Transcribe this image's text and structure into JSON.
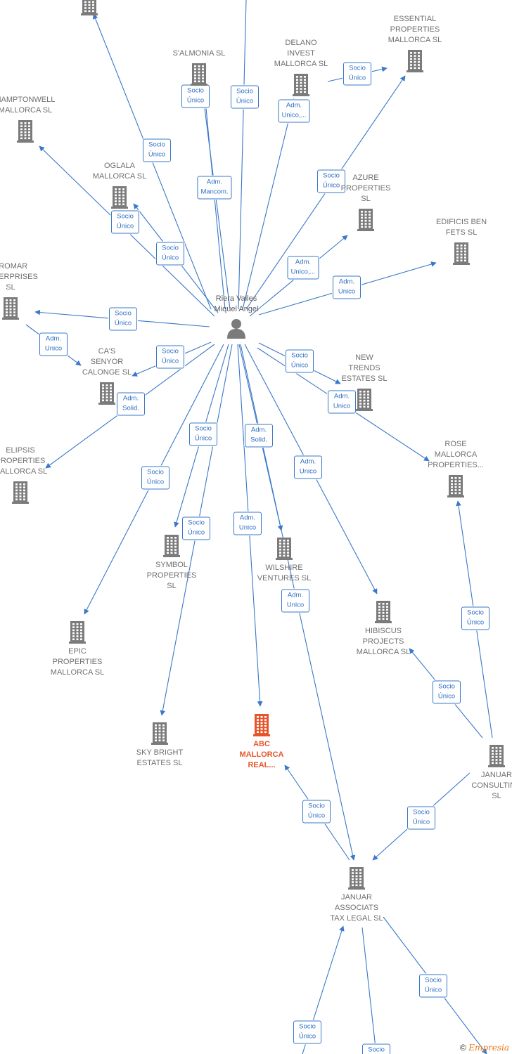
{
  "nodes": [
    {
      "id": "top",
      "name": "",
      "type": "company"
    },
    {
      "id": "salmonia",
      "name": "S'ALMONIA SL",
      "type": "company"
    },
    {
      "id": "delano",
      "name": "DELANO\nINVEST\nMALLORCA  SL",
      "type": "company"
    },
    {
      "id": "essential",
      "name": "ESSENTIAL\nPROPERTIES\nMALLORCA  SL",
      "type": "company"
    },
    {
      "id": "hamptonwell",
      "name": "HAMPTONWELL\nMALLORCA  SL",
      "type": "company"
    },
    {
      "id": "oglala",
      "name": "OGLALA\nMALLORCA  SL",
      "type": "company"
    },
    {
      "id": "azure",
      "name": "AZURE\nPROPERTIES\nSL",
      "type": "company"
    },
    {
      "id": "edificis",
      "name": "EDIFICIS BEN\nFETS SL",
      "type": "company"
    },
    {
      "id": "promar",
      "name": "PROMAR\nENTERPRISES\nSL",
      "type": "company"
    },
    {
      "id": "person",
      "name": "Riera Valles\nMiquel Angel",
      "type": "person"
    },
    {
      "id": "casenyor",
      "name": "CA'S\nSENYOR\nCALONGE  SL",
      "type": "company"
    },
    {
      "id": "newtrends",
      "name": "NEW\nTRENDS\nESTATES  SL",
      "type": "company"
    },
    {
      "id": "elipsis",
      "name": "ELIPSIS\nPROPERTIES\nMALLORCA  SL",
      "type": "company"
    },
    {
      "id": "rose",
      "name": "ROSE\nMALLORCA\nPROPERTIES...",
      "type": "company"
    },
    {
      "id": "symbol",
      "name": "SYMBOL\nPROPERTIES\nSL",
      "type": "company"
    },
    {
      "id": "wilshire",
      "name": "WILSHIRE\nVENTURES  SL",
      "type": "company"
    },
    {
      "id": "hibiscus",
      "name": "HIBISCUS\nPROJECTS\nMALLORCA  SL",
      "type": "company"
    },
    {
      "id": "epic",
      "name": "EPIC\nPROPERTIES\nMALLORCA  SL",
      "type": "company"
    },
    {
      "id": "skybright",
      "name": "SKY BRIGHT\nESTATES  SL",
      "type": "company"
    },
    {
      "id": "abc",
      "name": "ABC\nMALLORCA\nREAL...",
      "type": "focus"
    },
    {
      "id": "januarconsulting",
      "name": "JANUAR\nCONSULTING\nSL",
      "type": "company"
    },
    {
      "id": "januarassociats",
      "name": "JANUAR\nASSOCIATS\nTAX LEGAL  SL",
      "type": "company"
    }
  ],
  "edges": [
    {
      "from": "person",
      "to": "top",
      "label": "Socio\nÚnico"
    },
    {
      "from": "person",
      "to": "salmonia",
      "label": "Socio\nÚnico"
    },
    {
      "from": "person",
      "to": "salmonia",
      "label": "Adm.\nMancom."
    },
    {
      "from": "person",
      "to": "delano",
      "label": "Socio\nÚnico"
    },
    {
      "from": "person",
      "to": "delano",
      "label": "Adm.\nUnico,..."
    },
    {
      "from": "delano",
      "to": "essential",
      "label": "Socio\nÚnico"
    },
    {
      "from": "person",
      "to": "essential",
      "label": "Socio\nÚnico"
    },
    {
      "from": "person",
      "to": "hamptonwell",
      "label": "Socio\nÚnico"
    },
    {
      "from": "person",
      "to": "oglala",
      "label": "Socio\nÚnico"
    },
    {
      "from": "person",
      "to": "azure",
      "label": "Adm.\nUnico,..."
    },
    {
      "from": "person",
      "to": "edificis",
      "label": "Adm.\nUnico"
    },
    {
      "from": "person",
      "to": "promar",
      "label": "Socio\nÚnico"
    },
    {
      "from": "promar",
      "to": "casenyor",
      "label": "Adm.\nUnico"
    },
    {
      "from": "person",
      "to": "casenyor",
      "label": "Socio\nÚnico"
    },
    {
      "from": "person",
      "to": "elipsis",
      "label": "Adm.\nSolid."
    },
    {
      "from": "person",
      "to": "newtrends",
      "label": "Socio\nÚnico"
    },
    {
      "from": "person",
      "to": "rose",
      "label": "Adm.\nUnico"
    },
    {
      "from": "person",
      "to": "symbol",
      "label": "Socio\nÚnico"
    },
    {
      "from": "person",
      "to": "epic",
      "label": "Socio\nÚnico"
    },
    {
      "from": "person",
      "to": "skybright",
      "label": "Socio\nÚnico"
    },
    {
      "from": "person",
      "to": "abc",
      "label": "Adm.\nUnico"
    },
    {
      "from": "person",
      "to": "wilshire",
      "label": "Adm.\nSolid."
    },
    {
      "from": "person",
      "to": "januarassociats",
      "label": "Adm.\nUnico"
    },
    {
      "from": "person",
      "to": "hibiscus",
      "label": "Adm.\nUnico"
    },
    {
      "from": "januarconsulting",
      "to": "rose",
      "label": "Socio\nÚnico"
    },
    {
      "from": "januarconsulting",
      "to": "hibiscus",
      "label": "Socio\nÚnico"
    },
    {
      "from": "januarconsulting",
      "to": "januarassociats",
      "label": "Socio\nÚnico"
    },
    {
      "from": "januarassociats",
      "to": "abc",
      "label": "Socio\nÚnico"
    },
    {
      "from": "bottom_left",
      "to": "januarassociats",
      "label": "Socio\nÚnico"
    },
    {
      "from": "januarassociats",
      "to": "bottom_right",
      "label": "Socio\nÚnico"
    },
    {
      "from": "januarassociats",
      "to": "bottom_mid",
      "label": "Socio"
    }
  ],
  "footer": {
    "copyright": "©",
    "brand": "Empresia"
  },
  "colors": {
    "edge": "#3a78c8",
    "building": "#7b7b7b",
    "focus": "#e8542a",
    "label": "#6f6f6f"
  }
}
